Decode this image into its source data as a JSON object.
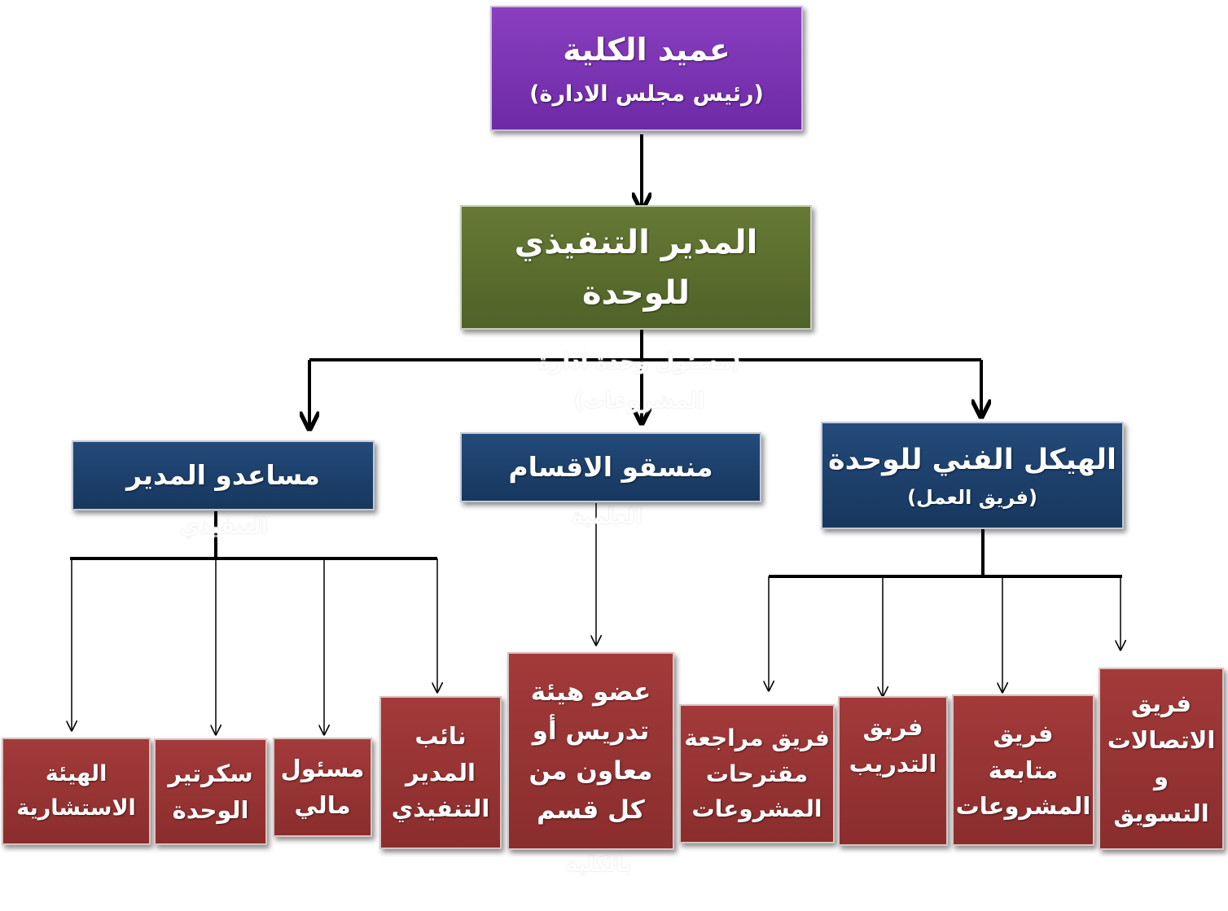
{
  "dean": {
    "title": "عميد الكلية",
    "subtitle": "(رئيس مجلس الادارة)"
  },
  "executive": {
    "line1": "المدير التنفيذي",
    "line2": "للوحدة",
    "ghost1": "(مسئول وحدة ادارة",
    "ghost2": "المشروعات)"
  },
  "assistants": {
    "title": "مساعدو المدير",
    "ghost": "التنفيذي"
  },
  "coordinator": {
    "title": "منسقو الاقسام",
    "ghost": "العلمية"
  },
  "technical": {
    "title": "الهيكل الفني للوحدة",
    "subtitle": "(فريق العمل)"
  },
  "advisory": {
    "line1": "الهيئة",
    "line2": "الاستشارية"
  },
  "secretary": {
    "line1": "سكرتير",
    "line2": "الوحدة"
  },
  "finance": {
    "line1": "مسئول",
    "line2": "مالي"
  },
  "deputy": {
    "line1": "نائب",
    "line2": "المدير",
    "line3": "التنفيذي"
  },
  "faculty_member": {
    "line1": "عضو هيئة",
    "line2": "تدريس أو",
    "line3": "معاون من",
    "line4": "كل قسم",
    "ghost": "بالكلية"
  },
  "review_team": {
    "line1": "فريق مراجعة",
    "line2": "مقترحات",
    "line3": "المشروعات"
  },
  "training_team": {
    "line1": "فريق",
    "line2": "التدريب"
  },
  "followup_team": {
    "line1": "فريق",
    "line2": "متابعة",
    "line3": "المشروعات"
  },
  "comm_team": {
    "line1": "فريق",
    "line2": "الاتصالات",
    "line3": "و",
    "line4": "التسويق"
  }
}
